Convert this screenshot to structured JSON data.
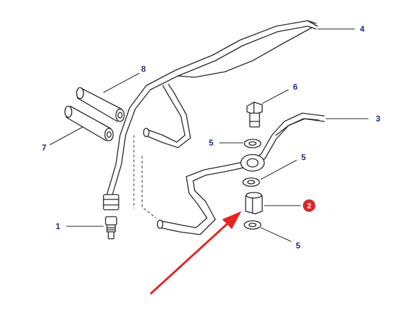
{
  "diagram": {
    "callouts": {
      "c1": "1",
      "c2": "2",
      "c3": "3",
      "c4": "4",
      "c5a": "5",
      "c5b": "5",
      "c5c": "5",
      "c6": "6",
      "c7": "7",
      "c8": "8"
    },
    "colors": {
      "callout_text": "#1c2a8c",
      "badge_fill": "#d9262b",
      "badge_text": "#ffffff",
      "arrow": "#e3241f",
      "line": "#222222"
    }
  }
}
